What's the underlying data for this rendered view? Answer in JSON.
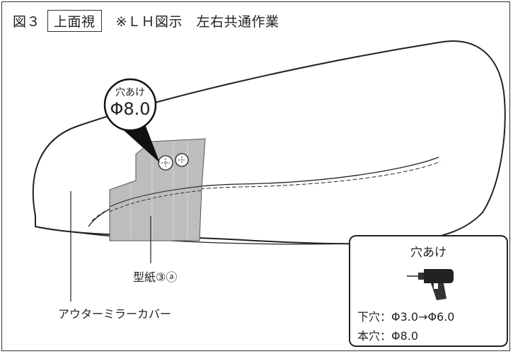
{
  "header": {
    "figure": "図３",
    "view": "上面視",
    "note": "※ＬＨ図示　左右共通作業"
  },
  "callout": {
    "hole_label": "穴あけ",
    "hole_size": "Φ8.0"
  },
  "labels": {
    "template": "型紙③ⓐ",
    "part": "アウターミラーカバー"
  },
  "info_box": {
    "title": "穴あけ",
    "icon": "drill-icon",
    "pilot_hole": "下穴：Φ3.0→Φ6.0",
    "main_hole": "本穴：Φ8.0"
  }
}
